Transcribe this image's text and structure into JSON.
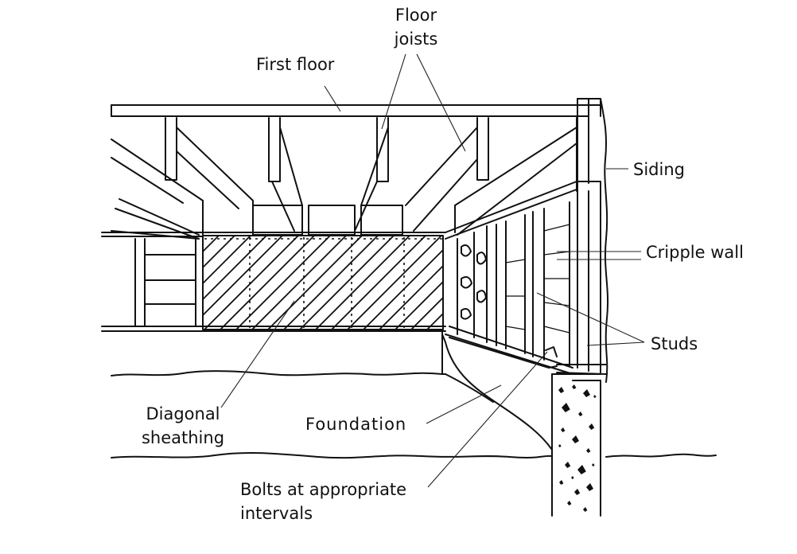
{
  "labels": {
    "floor_joists_line1": "Floor",
    "floor_joists_line2": "joists",
    "first_floor": "First floor",
    "siding": "Siding",
    "cripple_wall": "Cripple wall",
    "studs": "Studs",
    "diagonal_sheathing_line1": "Diagonal",
    "diagonal_sheathing_line2": "sheathing",
    "foundation": "Foundation",
    "bolts_line1": "Bolts at appropriate",
    "bolts_line2": "intervals"
  },
  "colors": {
    "ink": "#111111",
    "background": "#ffffff"
  }
}
